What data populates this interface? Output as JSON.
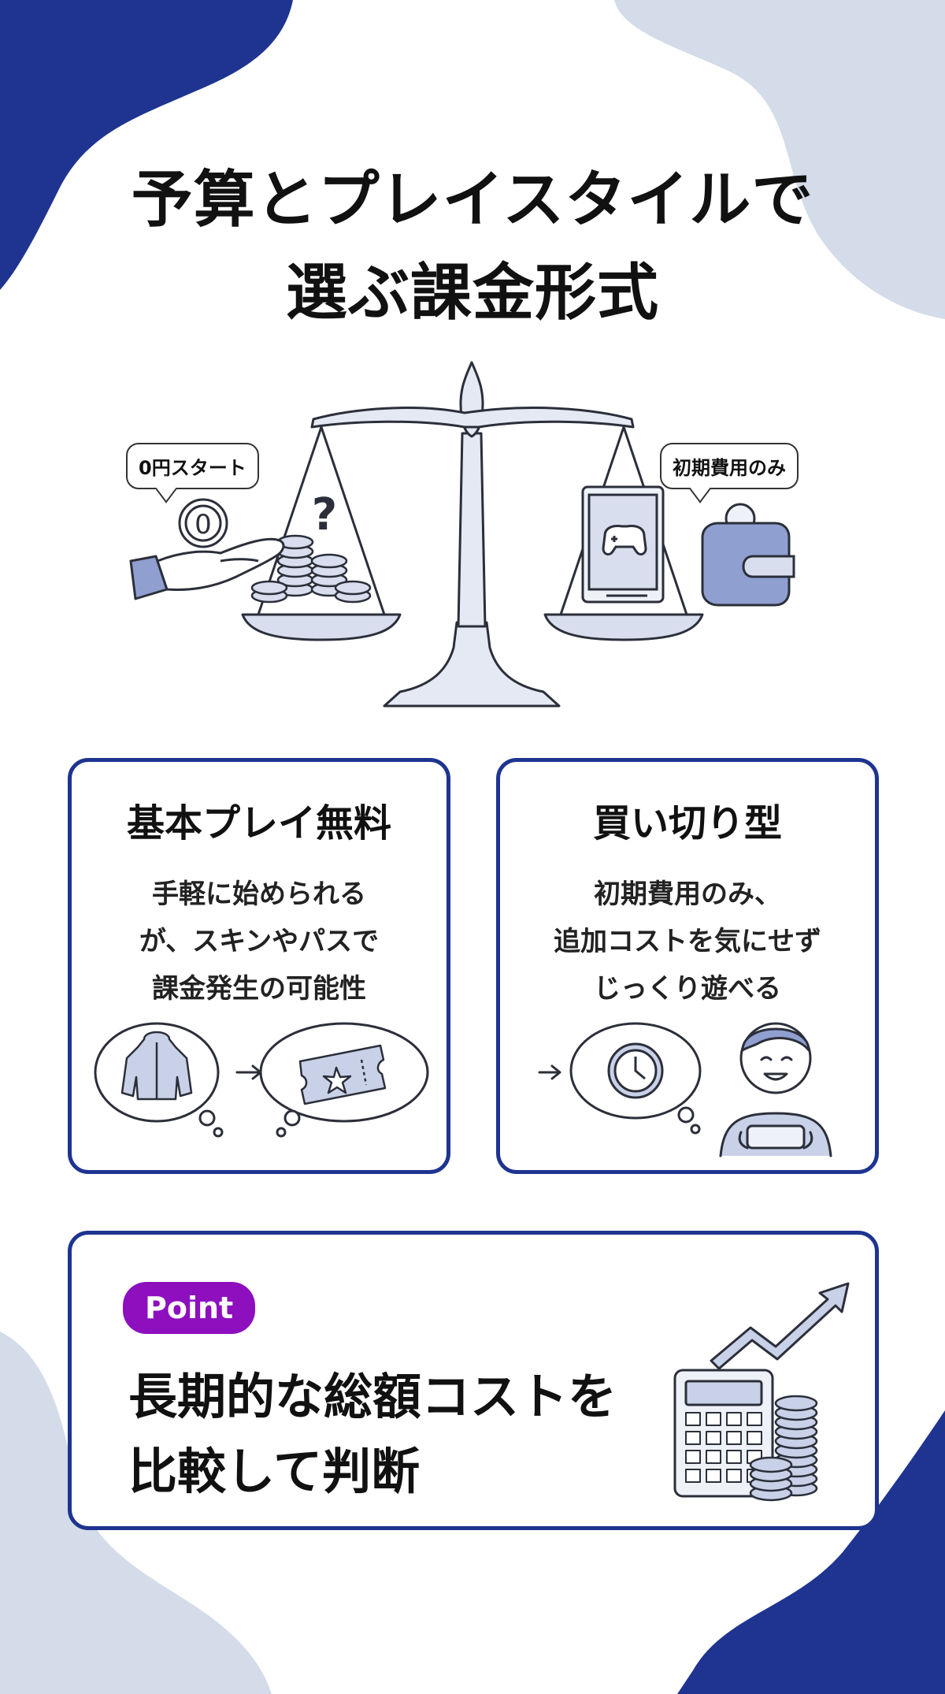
{
  "title": {
    "line1": "予算とプレイスタイルで",
    "line2": "選ぶ課金形式"
  },
  "scale": {
    "left_label": "0円スタート",
    "right_label": "初期費用のみ",
    "coin_text": "0",
    "question_mark": "?"
  },
  "cards": [
    {
      "title": "基本プレイ無料",
      "lines": [
        "手軽に始められる",
        "が、スキンやパスで",
        "課金発生の可能性"
      ],
      "icons": [
        "jacket-icon",
        "ticket-icon"
      ]
    },
    {
      "title": "買い切り型",
      "lines": [
        "初期費用のみ、",
        "追加コストを気にせず",
        "じっくり遊べる"
      ],
      "icons": [
        "clock-icon",
        "happy-gamer-icon"
      ]
    }
  ],
  "point": {
    "badge": "Point",
    "lines": [
      "長期的な総額コストを",
      "比較して判断"
    ],
    "icons": [
      "calculator-icon",
      "coin-stack-icon",
      "trend-up-arrow-icon"
    ]
  },
  "colors": {
    "navy": "#1e3490",
    "pale_blue": "#d3dce8",
    "illustration_fill": "#d9deee",
    "point_badge": "#8d0fbe"
  }
}
